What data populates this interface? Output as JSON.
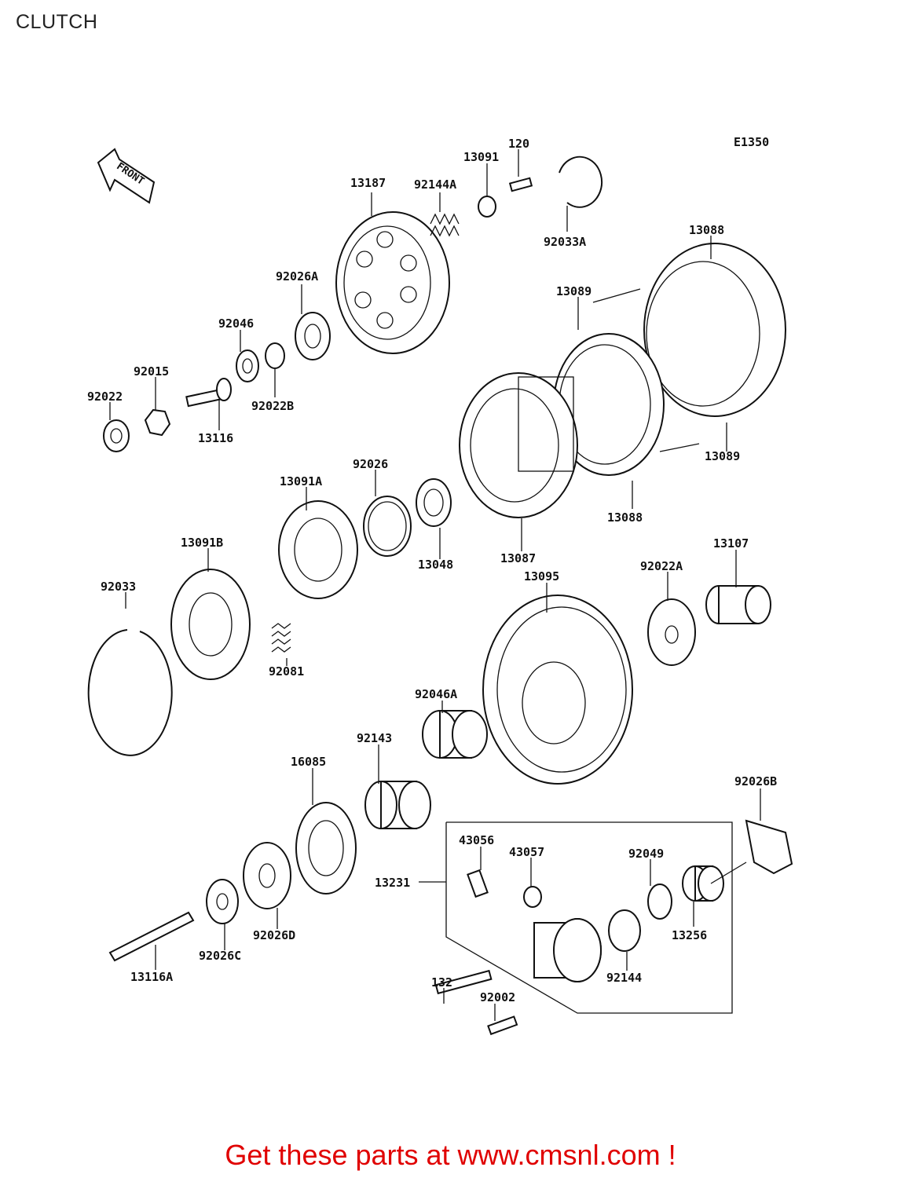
{
  "page": {
    "title": "CLUTCH",
    "diagram_code": "E1350",
    "direction_label": "FRONT"
  },
  "parts": [
    {
      "id": "p13187",
      "label": "13187"
    },
    {
      "id": "p92144A",
      "label": "92144A"
    },
    {
      "id": "p13091",
      "label": "13091"
    },
    {
      "id": "p120",
      "label": "120"
    },
    {
      "id": "p92033A",
      "label": "92033A"
    },
    {
      "id": "p13088a",
      "label": "13088"
    },
    {
      "id": "p13089a",
      "label": "13089"
    },
    {
      "id": "p92026A",
      "label": "92026A"
    },
    {
      "id": "p92046",
      "label": "92046"
    },
    {
      "id": "p92015",
      "label": "92015"
    },
    {
      "id": "p92022",
      "label": "92022"
    },
    {
      "id": "p92022B",
      "label": "92022B"
    },
    {
      "id": "p13116",
      "label": "13116"
    },
    {
      "id": "p13089b",
      "label": "13089"
    },
    {
      "id": "p13088b",
      "label": "13088"
    },
    {
      "id": "p13091A",
      "label": "13091A"
    },
    {
      "id": "p92026",
      "label": "92026"
    },
    {
      "id": "p13048",
      "label": "13048"
    },
    {
      "id": "p13087",
      "label": "13087"
    },
    {
      "id": "p13091B",
      "label": "13091B"
    },
    {
      "id": "p13107",
      "label": "13107"
    },
    {
      "id": "p92022A",
      "label": "92022A"
    },
    {
      "id": "p13095",
      "label": "13095"
    },
    {
      "id": "p92033",
      "label": "92033"
    },
    {
      "id": "p92081",
      "label": "92081"
    },
    {
      "id": "p92046A",
      "label": "92046A"
    },
    {
      "id": "p92143",
      "label": "92143"
    },
    {
      "id": "p16085",
      "label": "16085"
    },
    {
      "id": "p92026B",
      "label": "92026B"
    },
    {
      "id": "p43056",
      "label": "43056"
    },
    {
      "id": "p43057",
      "label": "43057"
    },
    {
      "id": "p92049",
      "label": "92049"
    },
    {
      "id": "p13231",
      "label": "13231"
    },
    {
      "id": "p13256",
      "label": "13256"
    },
    {
      "id": "p92026D",
      "label": "92026D"
    },
    {
      "id": "p92026C",
      "label": "92026C"
    },
    {
      "id": "p92144",
      "label": "92144"
    },
    {
      "id": "p132",
      "label": "132"
    },
    {
      "id": "p92002",
      "label": "92002"
    },
    {
      "id": "p13116A",
      "label": "13116A"
    }
  ],
  "footer": {
    "text": "Get these parts at www.cmsnl.com !"
  },
  "colors": {
    "footer": "#e00000",
    "ink": "#111111"
  }
}
